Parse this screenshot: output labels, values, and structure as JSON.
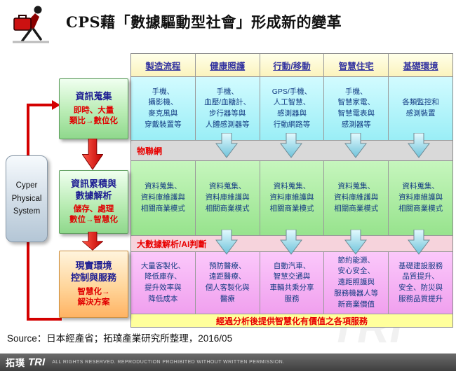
{
  "header": {
    "title": "CPS藉「數據驅動型社會」形成新的變革"
  },
  "flow": {
    "cps": "Cyper\nPhysical\nSystem",
    "steps": [
      {
        "title": "資訊蒐集",
        "subtitle": "即時、大量\n類比→數位化"
      },
      {
        "title": "資訊累積與\n數據解析",
        "subtitle": "儲存、處理\n數位→智慧化"
      },
      {
        "title": "現實環境\n控制與服務",
        "subtitle": "智慧化→\n解決方案"
      }
    ]
  },
  "table": {
    "columns": [
      "製造流程",
      "健康照護",
      "行動/移動",
      "智慧住宅",
      "基礎環境"
    ],
    "row_collect": [
      "手機、\n攝影機、\n麥克風與\n穿戴裝置等",
      "手機、\n血壓/血糖計、\n步行器等與\n人體感測器等",
      "GPS/手機、\n人工智慧、\n感測器與\n行動網路等",
      "手機、\n智慧家電、\n智慧電表與\n感測器等",
      "各類監控和\n感測裝置"
    ],
    "band_iot": "物聯網",
    "row_data": [
      "資料蒐集、\n資料庫維護與\n相關商業模式",
      "資料蒐集、\n資料庫維護與\n相關商業模式",
      "資料蒐集、\n資料庫維護與\n相關商業模式",
      "資料蒐集、\n資料庫維護與\n相關商業模式",
      "資料蒐集、\n資料庫維護與\n相關商業模式"
    ],
    "band_ai": "大數據解析/AI判斷",
    "row_service": [
      "大量客製化、\n降低庫存、\n提升效率與\n降低成本",
      "預防醫療、\n遠距醫療、\n個人客製化與\n醫療",
      "自動汽車、\n智慧交通與\n車輛共乘分享\n服務",
      "節約能源、\n安心安全、\n遠距照護與\n服務機器人等\n新商業價值",
      "基礎建設服務\n品質提升、\n安全、防災與\n服務品質提升"
    ],
    "band_service": "經過分析後提供智慧化有價值之各項服務"
  },
  "footer": {
    "source": "Source：日本經產省；拓璞產業研究所整理，2016/05",
    "logo_cjk": "拓璞",
    "logo_latin": "TRI",
    "rights": "ALL RIGHTS RESERVED. REPRODUCTION PROHIBITED WITHOUT WRITTEN PERMISSION.",
    "watermark": "TRI"
  }
}
